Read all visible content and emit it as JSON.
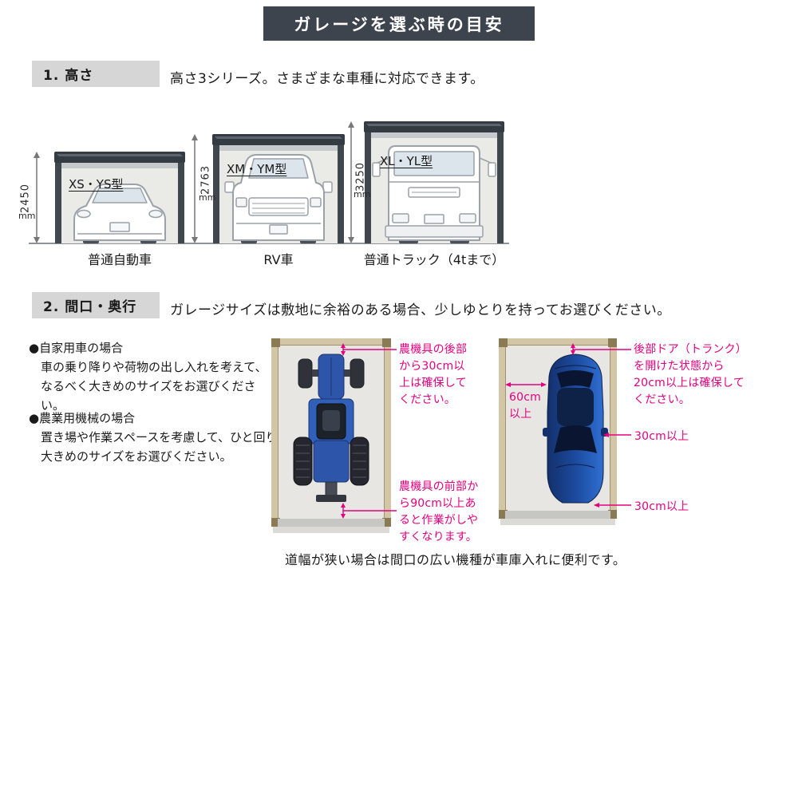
{
  "colors": {
    "accent_pink": "#e4007f",
    "header_bg": "#3e444d",
    "label_bg": "#d6d6d6"
  },
  "header": {
    "title": "ガレージを選ぶ時の目安"
  },
  "section1": {
    "label": "1. 高さ",
    "description": "高さ3シリーズ。さまざまな車種に対応できます。",
    "garages": [
      {
        "model": "XS・YS型",
        "height": "2450",
        "unit": "mm",
        "vehicle": "普通自動車"
      },
      {
        "model": "XM・YM型",
        "height": "2763",
        "unit": "mm",
        "vehicle": "RV車"
      },
      {
        "model": "XL・YL型",
        "height": "3250",
        "unit": "mm",
        "vehicle": "普通トラック（4tまで）"
      }
    ]
  },
  "section2": {
    "label": "2. 間口・奥行",
    "description": "ガレージサイズは敷地に余裕のある場合、少しゆとりを持ってお選びください。",
    "notes": [
      {
        "title": "●自家用車の場合",
        "body": "車の乗り降りや荷物の出し入れを考えて、なるべく大きめのサイズをお選びください。"
      },
      {
        "title": "●農業用機械の場合",
        "body": "置き場や作業スペースを考慮して、ひと回り大きめのサイズをお選びください。"
      }
    ],
    "tractor_diagram": {
      "rear_note": "農機具の後部から30cm以上は確保してください。",
      "front_note": "農機具の前部から90cm以上あると作業がしやすくなります。"
    },
    "car_diagram": {
      "trunk_note": "後部ドア（トランク）を開けた状態から20cm以上は確保してください。",
      "left_clearance": "60cm以上",
      "side_clearance": "30cm以上",
      "front_clearance": "30cm以上"
    },
    "footer_note": "道幅が狭い場合は間口の広い機種が車庫入れに便利です。"
  }
}
